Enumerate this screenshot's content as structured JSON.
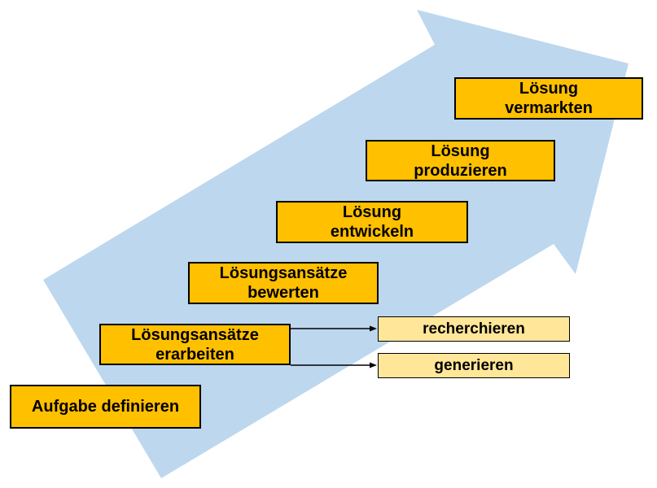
{
  "diagram": {
    "type": "process-arrow",
    "direction": "bottom-left to top-right",
    "steps": [
      {
        "label": "Aufgabe definieren"
      },
      {
        "label": "Lösungsansätze\nerarbeiten"
      },
      {
        "label": "Lösungsansätze\nbewerten"
      },
      {
        "label": "Lösung\nentwickeln"
      },
      {
        "label": "Lösung\nproduzieren"
      },
      {
        "label": "Lösung\nvermarkten"
      }
    ],
    "methods": [
      {
        "label": "recherchieren"
      },
      {
        "label": "generieren"
      }
    ],
    "connections": [
      {
        "from": "Lösungsansätze erarbeiten",
        "to": "recherchieren"
      },
      {
        "from": "Lösungsansätze erarbeiten",
        "to": "generieren"
      }
    ]
  },
  "colors": {
    "background": "#FFFFFF",
    "arrow-fill": "#BDD7EE",
    "step-fill": "#FFC000",
    "step-border": "#000000",
    "method-fill": "#FFE699",
    "method-border": "#000000",
    "connector": "#000000",
    "text": "#000000"
  }
}
